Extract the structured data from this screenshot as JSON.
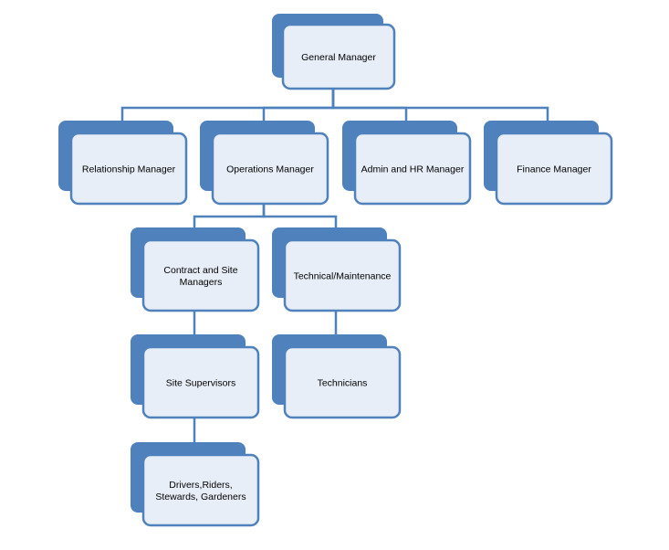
{
  "colors": {
    "back_box": "#4f81bd",
    "front_fill": "#e8eef7",
    "border": "#4f81bd",
    "connector": "#4f81bd",
    "text": "#000000"
  },
  "nodes": {
    "general_manager": {
      "lines": [
        "General Manager"
      ]
    },
    "relationship_manager": {
      "lines": [
        "Relationship Manager"
      ]
    },
    "operations_manager": {
      "lines": [
        "Operations Manager"
      ]
    },
    "admin_hr_manager": {
      "lines": [
        "Admin and HR Manager"
      ]
    },
    "finance_manager": {
      "lines": [
        "Finance Manager"
      ]
    },
    "contract_site_managers": {
      "lines": [
        "Contract and Site",
        "Managers"
      ]
    },
    "technical_maintenance": {
      "lines": [
        "Technical/Maintenance"
      ]
    },
    "site_supervisors": {
      "lines": [
        "Site Supervisors"
      ]
    },
    "technicians": {
      "lines": [
        "Technicians"
      ]
    },
    "drivers_riders": {
      "lines": [
        "Drivers,Riders,",
        "Stewards, Gardeners"
      ]
    }
  },
  "edges": [
    [
      "general_manager",
      "relationship_manager"
    ],
    [
      "general_manager",
      "operations_manager"
    ],
    [
      "general_manager",
      "admin_hr_manager"
    ],
    [
      "general_manager",
      "finance_manager"
    ],
    [
      "operations_manager",
      "contract_site_managers"
    ],
    [
      "operations_manager",
      "technical_maintenance"
    ],
    [
      "contract_site_managers",
      "site_supervisors"
    ],
    [
      "site_supervisors",
      "drivers_riders"
    ],
    [
      "technical_maintenance",
      "technicians"
    ]
  ]
}
